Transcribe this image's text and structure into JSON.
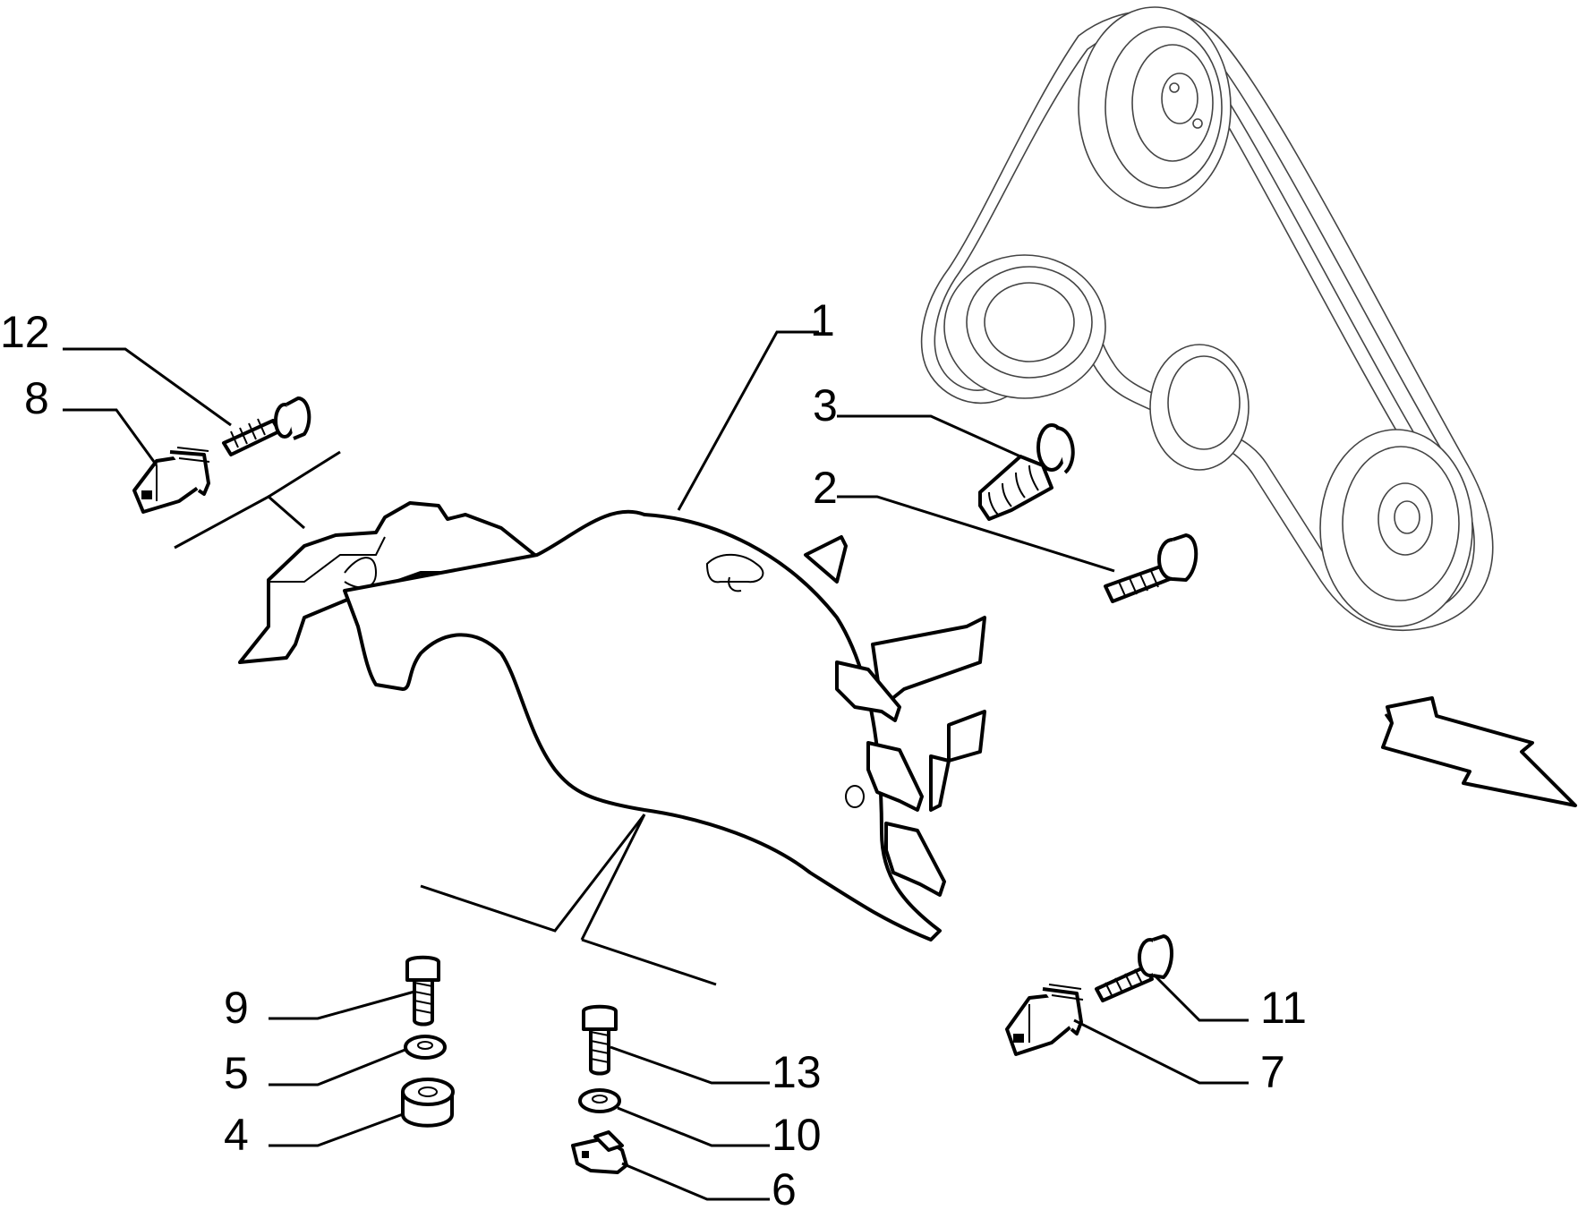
{
  "diagram": {
    "callouts": [
      {
        "id": "1",
        "label": "1"
      },
      {
        "id": "2",
        "label": "2"
      },
      {
        "id": "3",
        "label": "3"
      },
      {
        "id": "4",
        "label": "4"
      },
      {
        "id": "5",
        "label": "5"
      },
      {
        "id": "6",
        "label": "6"
      },
      {
        "id": "7",
        "label": "7"
      },
      {
        "id": "8",
        "label": "8"
      },
      {
        "id": "9",
        "label": "9"
      },
      {
        "id": "10",
        "label": "10"
      },
      {
        "id": "11",
        "label": "11"
      },
      {
        "id": "12",
        "label": "12"
      },
      {
        "id": "13",
        "label": "13"
      }
    ],
    "parts": [
      {
        "callout": "1",
        "icon": "timing-belt-cover-icon"
      },
      {
        "callout": "2",
        "icon": "flange-bolt-icon"
      },
      {
        "callout": "3",
        "icon": "self-tapping-screw-icon"
      },
      {
        "callout": "4",
        "icon": "spacer-bush-icon"
      },
      {
        "callout": "5",
        "icon": "washer-icon"
      },
      {
        "callout": "6",
        "icon": "clip-nut-icon"
      },
      {
        "callout": "7",
        "icon": "rubber-grommet-icon"
      },
      {
        "callout": "8",
        "icon": "rubber-grommet-icon"
      },
      {
        "callout": "9",
        "icon": "hex-bolt-icon"
      },
      {
        "callout": "10",
        "icon": "washer-icon"
      },
      {
        "callout": "11",
        "icon": "flange-bolt-icon"
      },
      {
        "callout": "12",
        "icon": "flange-bolt-icon"
      },
      {
        "callout": "13",
        "icon": "hex-bolt-icon"
      }
    ],
    "background_icons": [
      "belt-and-pulleys-icon",
      "direction-arrow-icon"
    ]
  }
}
